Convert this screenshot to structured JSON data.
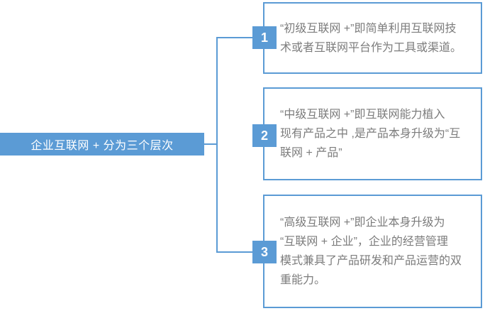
{
  "colors": {
    "accent_blue": "#5b9bd5",
    "body_text_gray": "#7c7c7c",
    "box_background": "#ffffff"
  },
  "root_node": {
    "label": "企业互联网 + 分为三个层次"
  },
  "branches": [
    {
      "number": "1",
      "text": "“初级互联网 +”即简单利用互联网技\n术或者互联网平台作为工具或渠道。"
    },
    {
      "number": "2",
      "text": "“中级互联网 +”即互联网能力植入\n现有产品之中 ,是产品本身升级为“互\n联网 + 产品”"
    },
    {
      "number": "3",
      "text": "“高级互联网 +”即企业本身升级为\n“互联网 + 企业”，企业的经营管理\n模式兼具了产品研发和产品运营的双\n重能力。"
    }
  ]
}
